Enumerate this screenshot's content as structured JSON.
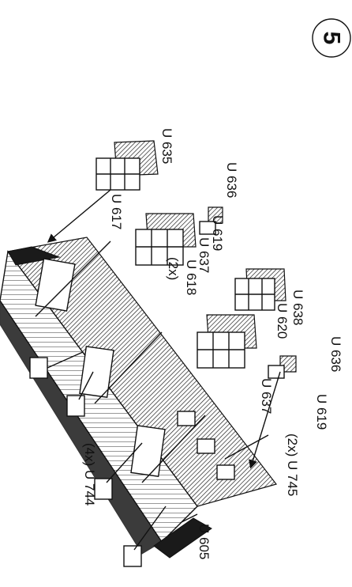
{
  "step_number": "5",
  "labels": {
    "u635": "U 635",
    "u617": "U 617",
    "u636_a": "U 636",
    "u619_a": "U 619",
    "u637_a": "U 637",
    "u618": "U 618",
    "u618_qty": "(2x)",
    "u638": "U 638",
    "u620": "U 620",
    "u637_b": "U 637",
    "u636_b": "U 636",
    "u619_b": "U 619",
    "u745": "(2x) U 745",
    "u744": "(4x) U 744",
    "u605": "U 605"
  }
}
